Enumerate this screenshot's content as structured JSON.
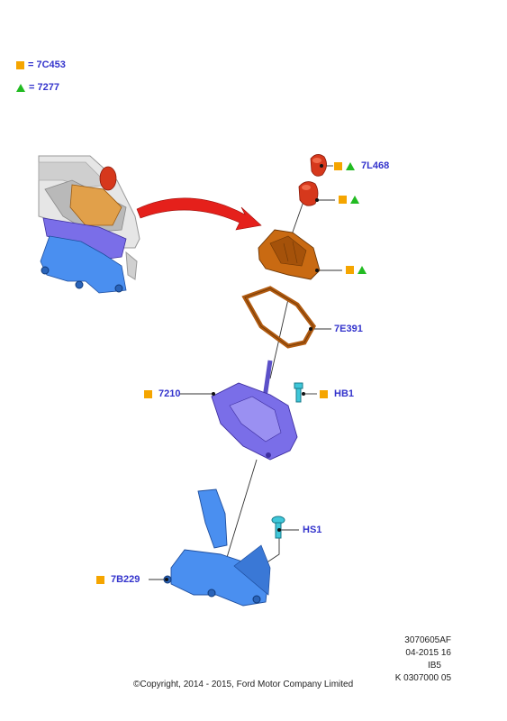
{
  "colors": {
    "square_marker": "#f5a500",
    "triangle_marker": "#22bb22",
    "label_text": "#3333cc",
    "part_orange": "#c96a12",
    "part_red": "#d6381c",
    "part_purple": "#7a6ee8",
    "part_blue": "#4a8ff0",
    "part_cyan": "#3fc7d9"
  },
  "legend": [
    {
      "marker": "square",
      "text": "= 7C453"
    },
    {
      "marker": "triangle",
      "text": "= 7277"
    }
  ],
  "callouts": {
    "knob": {
      "label": "7L468",
      "markers": [
        "square",
        "triangle"
      ]
    },
    "knob_insert": {
      "label": "",
      "markers": [
        "square",
        "triangle"
      ]
    },
    "boot": {
      "label": "",
      "markers": [
        "square",
        "triangle"
      ]
    },
    "bezel": {
      "label": "7E391",
      "markers": []
    },
    "shifter": {
      "label": "7210",
      "markers": [
        "square"
      ]
    },
    "bolt_hb1": {
      "label": "HB1",
      "markers": [
        "square"
      ]
    },
    "bolt_hs1": {
      "label": "HS1",
      "markers": []
    },
    "bracket": {
      "label": "7B229",
      "markers": [
        "square"
      ]
    }
  },
  "meta": {
    "code": "3070605AF",
    "date": "04-2015 16",
    "model": "IB5",
    "ref": "K 0307000 05"
  },
  "copyright": "©Copyright, 2014 - 2015, Ford Motor Company Limited"
}
